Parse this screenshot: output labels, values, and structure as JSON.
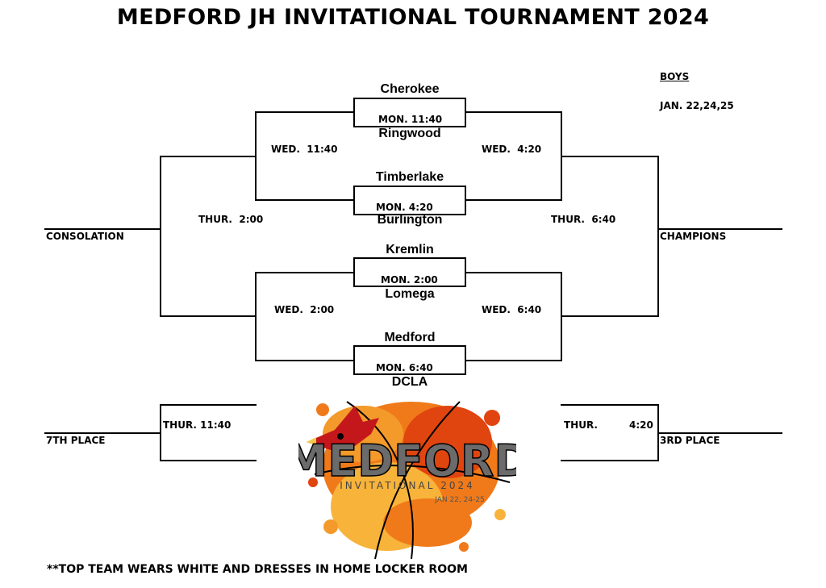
{
  "title": "MEDFORD JH INVITATIONAL TOURNAMENT 2024",
  "division": "BOYS",
  "dates": "JAN. 22,24,25",
  "teams": {
    "t1": "Cherokee",
    "t2": "Ringwood",
    "t3": "Timberlake",
    "t4": "Burlington",
    "t5": "Kremlin",
    "t6": "Lomega",
    "t7": "Medford",
    "t8": "DCLA"
  },
  "games": {
    "mon_1": "MON. 11:40",
    "mon_2": "MON. 4:20",
    "mon_3": "MON. 2:00",
    "mon_4": "MON. 6:40",
    "wed_cons_1": "WED.  11:40",
    "wed_cons_2": "WED.  2:00",
    "wed_win_1": "WED.  4:20",
    "wed_win_2": "WED.  6:40",
    "thur_cons": "THUR.  2:00",
    "thur_champ": "THUR.  6:40",
    "thur_7th": "THUR. 11:40",
    "thur_3rd_day": "THUR.",
    "thur_3rd_time": "4:20"
  },
  "places": {
    "consolation": "CONSOLATION",
    "champions": "CHAMPIONS",
    "seventh": "7TH PLACE",
    "third": "3RD PLACE"
  },
  "logo": {
    "name": "MEDFORD",
    "subtitle": "INVITATIONAL 2024",
    "dates": "JAN 22, 24-25",
    "colors": {
      "splash": "#f07a1a",
      "splash_dark": "#e0450f",
      "splash_light": "#f8b33a",
      "text": "#6b6b6b",
      "bird": "#c4171b"
    }
  },
  "note": "**TOP TEAM WEARS WHITE AND DRESSES IN HOME LOCKER ROOM"
}
